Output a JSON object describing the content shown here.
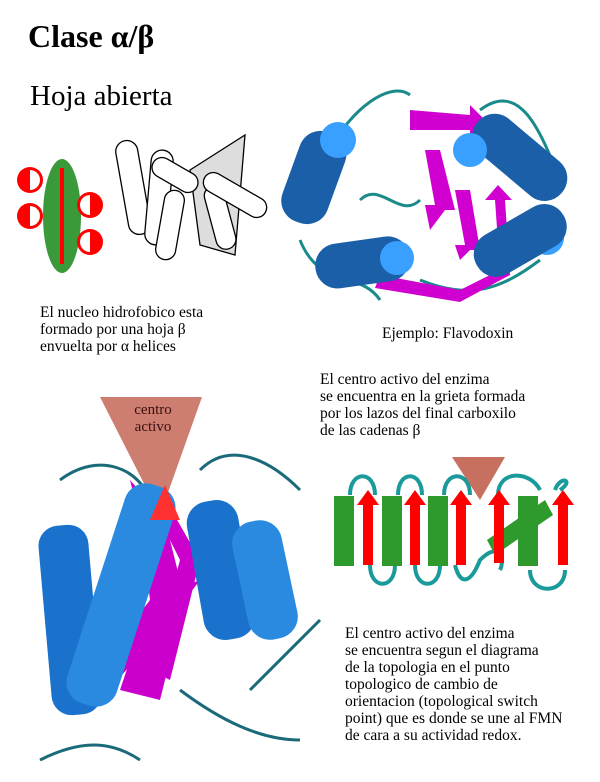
{
  "title": "Clase α/β",
  "subtitle": "Hoja abierta",
  "core_text": "El nucleo hidrofobico esta\nformado por una hoja β\nenvuelta por α helices",
  "example_label": "Ejemplo: Flavodoxin",
  "active_site_text_1": "El centro activo del enzima\nse encuentra en la grieta formada\npor los lazos del final carboxilo\nde las cadenas β",
  "triangle_label": "centro\nactivo",
  "active_site_text_2": "El centro activo del enzima\nse encuentra segun el diagrama\nde la topologia en el punto\ntopologico de cambio de\norientacion (topological switch\npoint) que es donde se une al FMN\nde cara a su actividad redox.",
  "colors": {
    "helix_green": "#2e9a2e",
    "strand_red": "#ff0000",
    "loop_teal": "#1a8a8a",
    "helix_blue": "#1a6fc0",
    "strand_magenta": "#d000d0",
    "triangle": "#c87060"
  }
}
